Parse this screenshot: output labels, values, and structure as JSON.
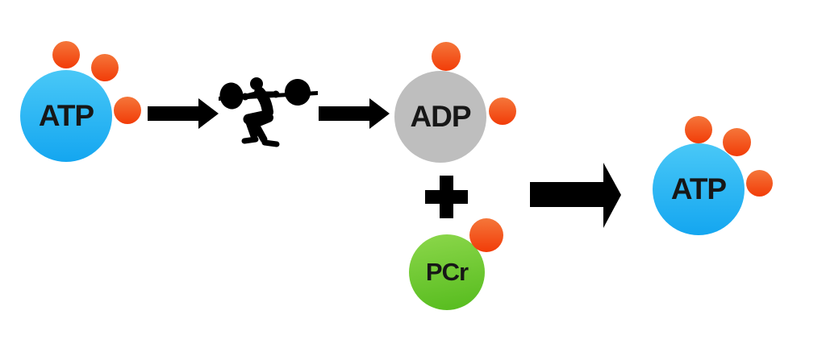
{
  "colors": {
    "background": "#ffffff",
    "atp_blue_top": "#49c8f7",
    "atp_blue_bottom": "#14a6f0",
    "adp_gray": "#bebebe",
    "pcr_green_top": "#8cd74b",
    "pcr_green_bottom": "#55bb1d",
    "phosphate_orange_top": "#f4763a",
    "phosphate_orange_bottom": "#f23c08",
    "ink_black": "#000000",
    "label_dark": "#171717"
  },
  "molecules": {
    "atp_left": {
      "label": "ATP",
      "phosphates": 3
    },
    "adp": {
      "label": "ADP",
      "phosphates": 2
    },
    "pcr": {
      "label": "PCr",
      "phosphates": 1
    },
    "atp_right": {
      "label": "ATP",
      "phosphates": 3
    }
  },
  "operators": {
    "plus": "+"
  },
  "icons": {
    "exercise": "weightlifter-squat-icon",
    "step_arrows": "right-arrow-icon",
    "result_arrow": "big-right-arrow-icon",
    "phosphate": "phosphate-ball-icon"
  }
}
